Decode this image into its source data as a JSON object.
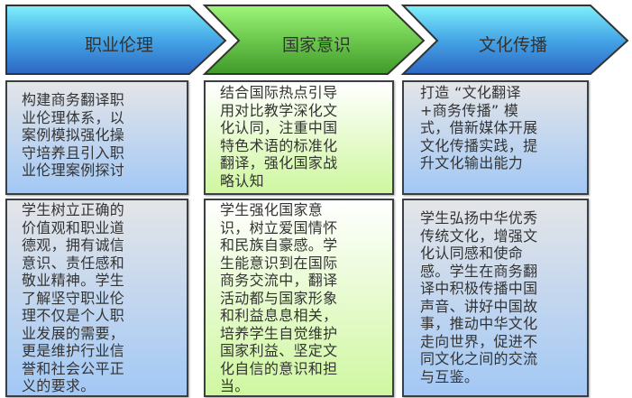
{
  "stages": [
    {
      "title": "职业伦理",
      "content": "构建商务翻译职\n业伦理体系，以\n案例模拟强化操\n守培养且引入职\n业伦理案例探讨",
      "outcome": "学生树立正确的\n价值观和职业道\n德观，拥有诚信\n意识、责任感和\n敬业精神。学生\n了解坚守职业伦\n理不仅是个人职\n业发展的需要，\n更是维护行业信\n誉和社会公平正\n义的要求。"
    },
    {
      "title": "国家意识",
      "content": "结合国际热点引导\n用对比教学深化文\n化认同，注重中国\n特色术语的标准化\n翻译，强化国家战\n略认知",
      "outcome": "学生强化国家意\n识，树立爱国情怀\n和民族自豪感。学\n生能意识到在国际\n商务交流中，翻译\n活动都与国家形象\n和利益息息相关，\n培养学生自觉维护\n国家利益、坚定文\n化自信的意识和担\n当。"
    },
    {
      "title": "文化传播",
      "content": "打造 “文化翻译\n+商务传播” 模\n式，借新媒体开展\n文化传播实践，提\n升文化输出能力",
      "outcome": "学生弘扬中华优秀\n传统文化，增强文\n化认同感和使命\n感。学生在商务翻\n译中积极传播中国\n声音、讲好中国故\n事，推动中华文化\n走向世界，促进不\n同文化之间的交流\n与互鉴。"
    }
  ],
  "colors": {
    "blue_top": "#7ff0fb",
    "blue_bottom": "#2c66c4",
    "green_top": "#9ef57a",
    "green_bottom": "#3f9a2a"
  }
}
